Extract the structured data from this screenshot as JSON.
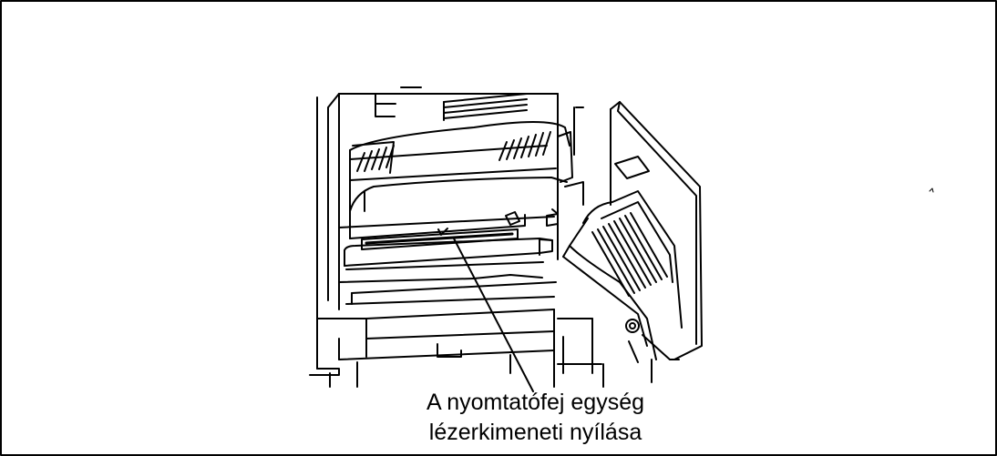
{
  "callout": {
    "line1": "A nyomtatófej egység",
    "line2": "lézerkimeneti nyílása"
  },
  "colors": {
    "ink": "#000000",
    "paper": "#ffffff"
  },
  "icons": [
    "printer-interior-illustration",
    "laser-output-slot",
    "callout-leader-line"
  ]
}
